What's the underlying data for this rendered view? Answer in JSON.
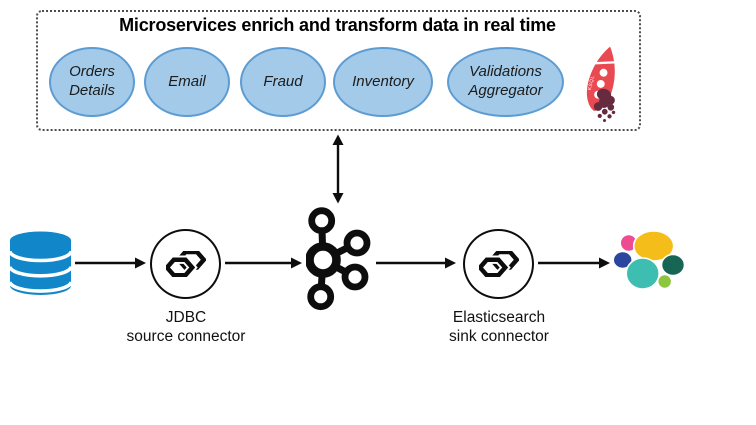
{
  "diagram": {
    "title": "Microservices enrich and transform data in real time",
    "microservices": [
      {
        "label": "Orders Details"
      },
      {
        "label": "Email"
      },
      {
        "label": "Fraud"
      },
      {
        "label": "Inventory"
      },
      {
        "label": "Validations Aggregator"
      }
    ],
    "rocket_text": "KSQL",
    "labels": {
      "jdbc_line1": "JDBC",
      "jdbc_line2": "source connector",
      "es_line1": "Elasticsearch",
      "es_line2": "sink connector"
    },
    "icons": {
      "database": "database-cylinder-icon",
      "kafka": "kafka-logo-icon",
      "connector": "kafka-connect-hexagons-icon",
      "elastic": "elastic-logo-icon",
      "rocket": "rocket-ksql-icon",
      "flow_arrow": "black-right-arrow",
      "bidirectional_arrow": "double-headed-vertical-arrow"
    },
    "colors": {
      "ellipse_fill": "#A3CAE8",
      "ellipse_stroke": "#5D9CD3",
      "database_blue": "#1186C8",
      "diagram_black": "#0D0D0D",
      "rocket_red": "#E94A52",
      "rocket_drip": "#662B3E",
      "elastic_yellow": "#F4BD19",
      "elastic_teal": "#3EBEB0",
      "elastic_pink": "#ED4C92",
      "elastic_blue": "#2C459F",
      "elastic_dark_green": "#176655",
      "elastic_light_green": "#8CC63F"
    }
  }
}
